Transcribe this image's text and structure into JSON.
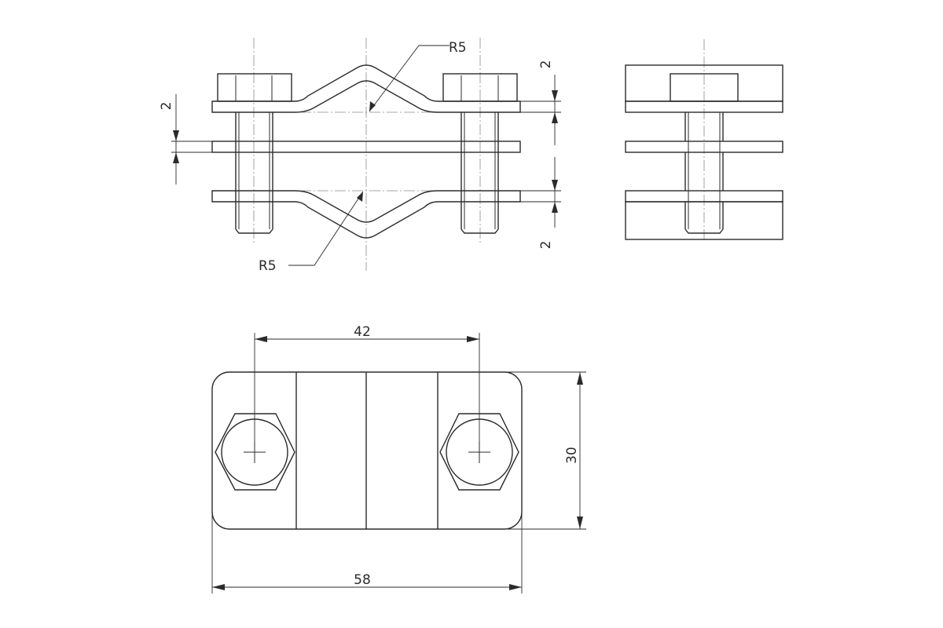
{
  "drawing": {
    "front_view": {
      "radius_top": "R5",
      "radius_bottom": "R5",
      "gap_left": "2",
      "gap_right_top": "2",
      "gap_right_bottom": "2"
    },
    "plan_view": {
      "bolt_spacing": "42",
      "overall_width": "58",
      "overall_height": "30"
    }
  }
}
